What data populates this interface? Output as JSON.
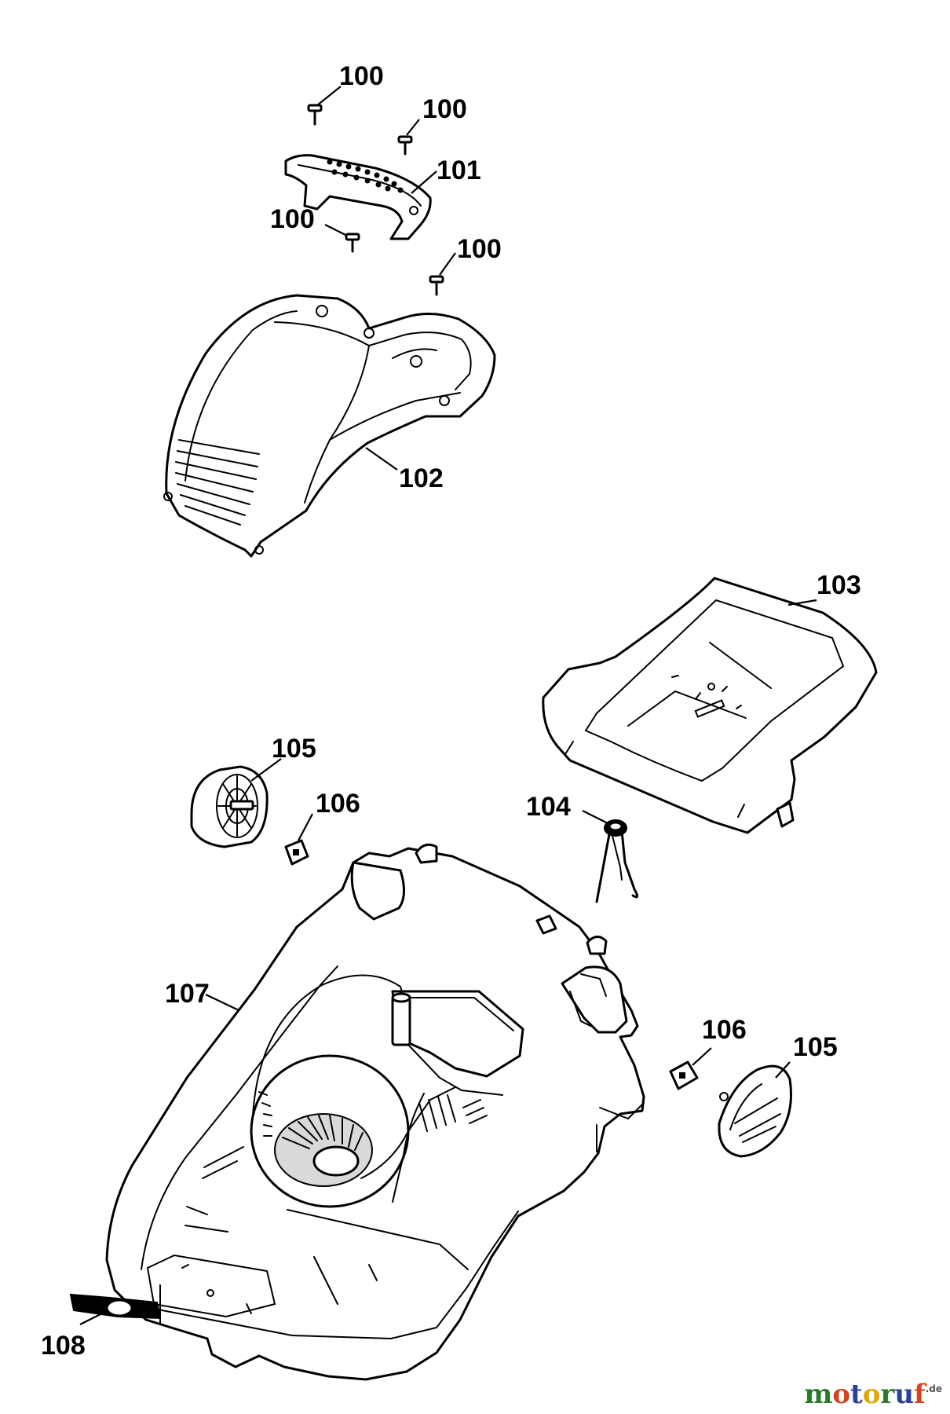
{
  "callouts": {
    "c100a": "100",
    "c100b": "100",
    "c101": "101",
    "c100c": "100",
    "c100d": "100",
    "c102": "102",
    "c103": "103",
    "c105a": "105",
    "c106a": "106",
    "c104": "104",
    "c107": "107",
    "c106b": "106",
    "c105b": "105",
    "c108": "108"
  },
  "watermark": {
    "letters": [
      "m",
      "o",
      "t",
      "o",
      "r",
      "u",
      "f"
    ],
    "letter_colors": [
      "#2a7a2a",
      "#d6431e",
      "#2a3f9a",
      "#e0a800",
      "#2a7a2a",
      "#2a3f9a",
      "#d6431e"
    ],
    "suffix": ".de"
  },
  "colors": {
    "line": "#000000",
    "background": "#ffffff"
  }
}
